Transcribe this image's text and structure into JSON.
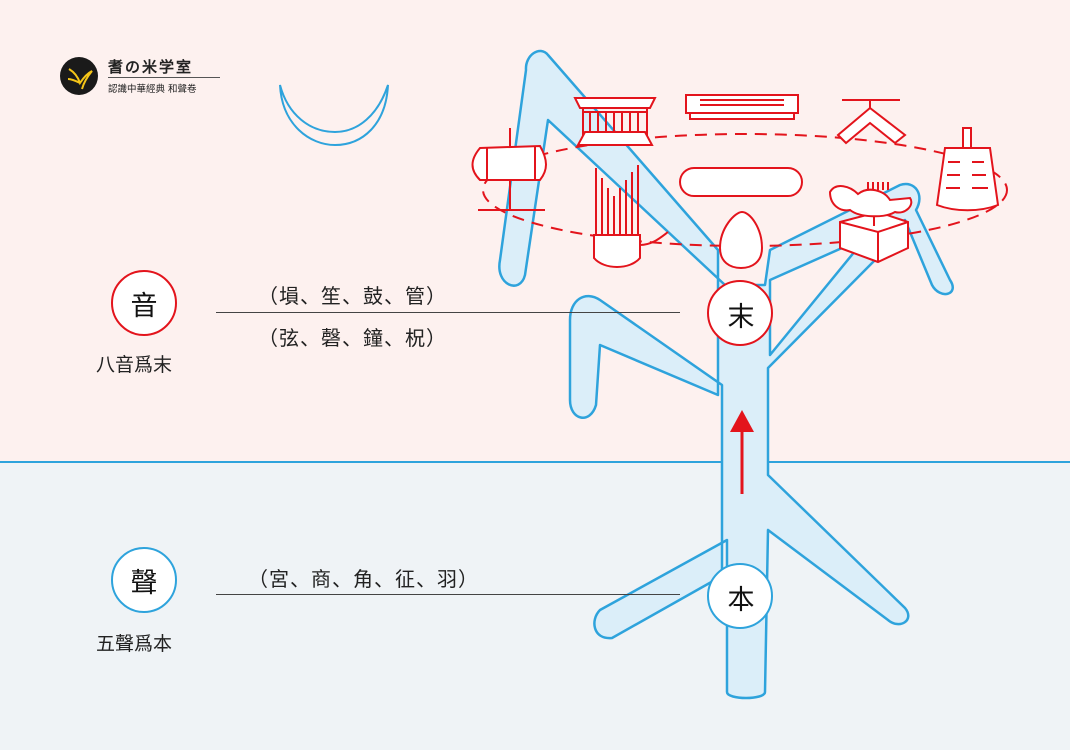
{
  "logo": {
    "title": "耆の米学室",
    "subtitle": "認識中華經典 和聲卷"
  },
  "sections": {
    "yin": {
      "badge": "音",
      "caption": "八音爲末",
      "instruments_line1": "（塤、笙、鼓、管）",
      "instruments_line2": "（弦、磬、鐘、柷）"
    },
    "sheng": {
      "badge": "聲",
      "caption": "五聲爲本",
      "notes_line": "（宮、商、角、征、羽）"
    }
  },
  "tree": {
    "top_label": "末",
    "bottom_label": "本"
  },
  "colors": {
    "red": "#e3141c",
    "blue": "#2ea3dc",
    "tree_fill": "#dbeef9",
    "top_bg": "#fdf1ef",
    "bottom_bg": "#eff3f6"
  },
  "icons": [
    "drum-icon",
    "sheng-icon",
    "qin-icon",
    "xun-icon",
    "ocarina-icon",
    "chime-stone-icon",
    "bell-icon",
    "zhu-box-icon",
    "moon-icon",
    "arrow-up-icon"
  ]
}
